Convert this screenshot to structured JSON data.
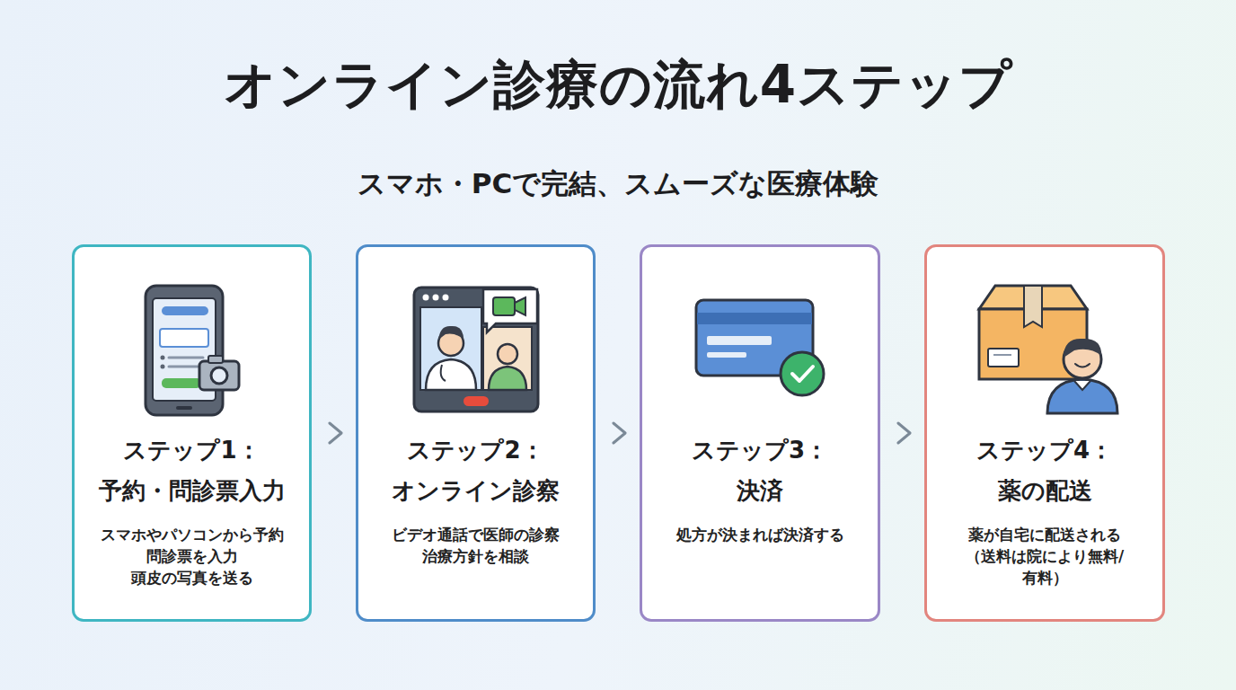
{
  "diagram": {
    "title": "オンライン診療の流れ4ステップ",
    "nodes": [
      {
        "text": [
          "ステップ1： 予約・問診票入力",
          "スマホやパソコンから予約 問診票を入力 頭皮の写真を送る"
        ]
      },
      {
        "text": [
          "ステップ2： オンライン診察",
          "ビデオ通話で医師の診察 治療方針を相談"
        ]
      },
      {
        "text": [
          "ステップ3： 決済",
          "処方が決まれば決済する"
        ]
      },
      {
        "text": [
          "ステップ4： 薬の配送",
          "薬が自宅に配送される （送料は院により無料/有料）"
        ]
      }
    ],
    "edges": [
      {
        "from": 0,
        "to": 1,
        "arrow": "to"
      },
      {
        "from": 1,
        "to": 2,
        "arrow": "to"
      },
      {
        "from": 2,
        "to": 3,
        "arrow": "to"
      }
    ],
    "labels": [
      "スマホ・PCで完結、スムーズな医療体験"
    ]
  }
}
